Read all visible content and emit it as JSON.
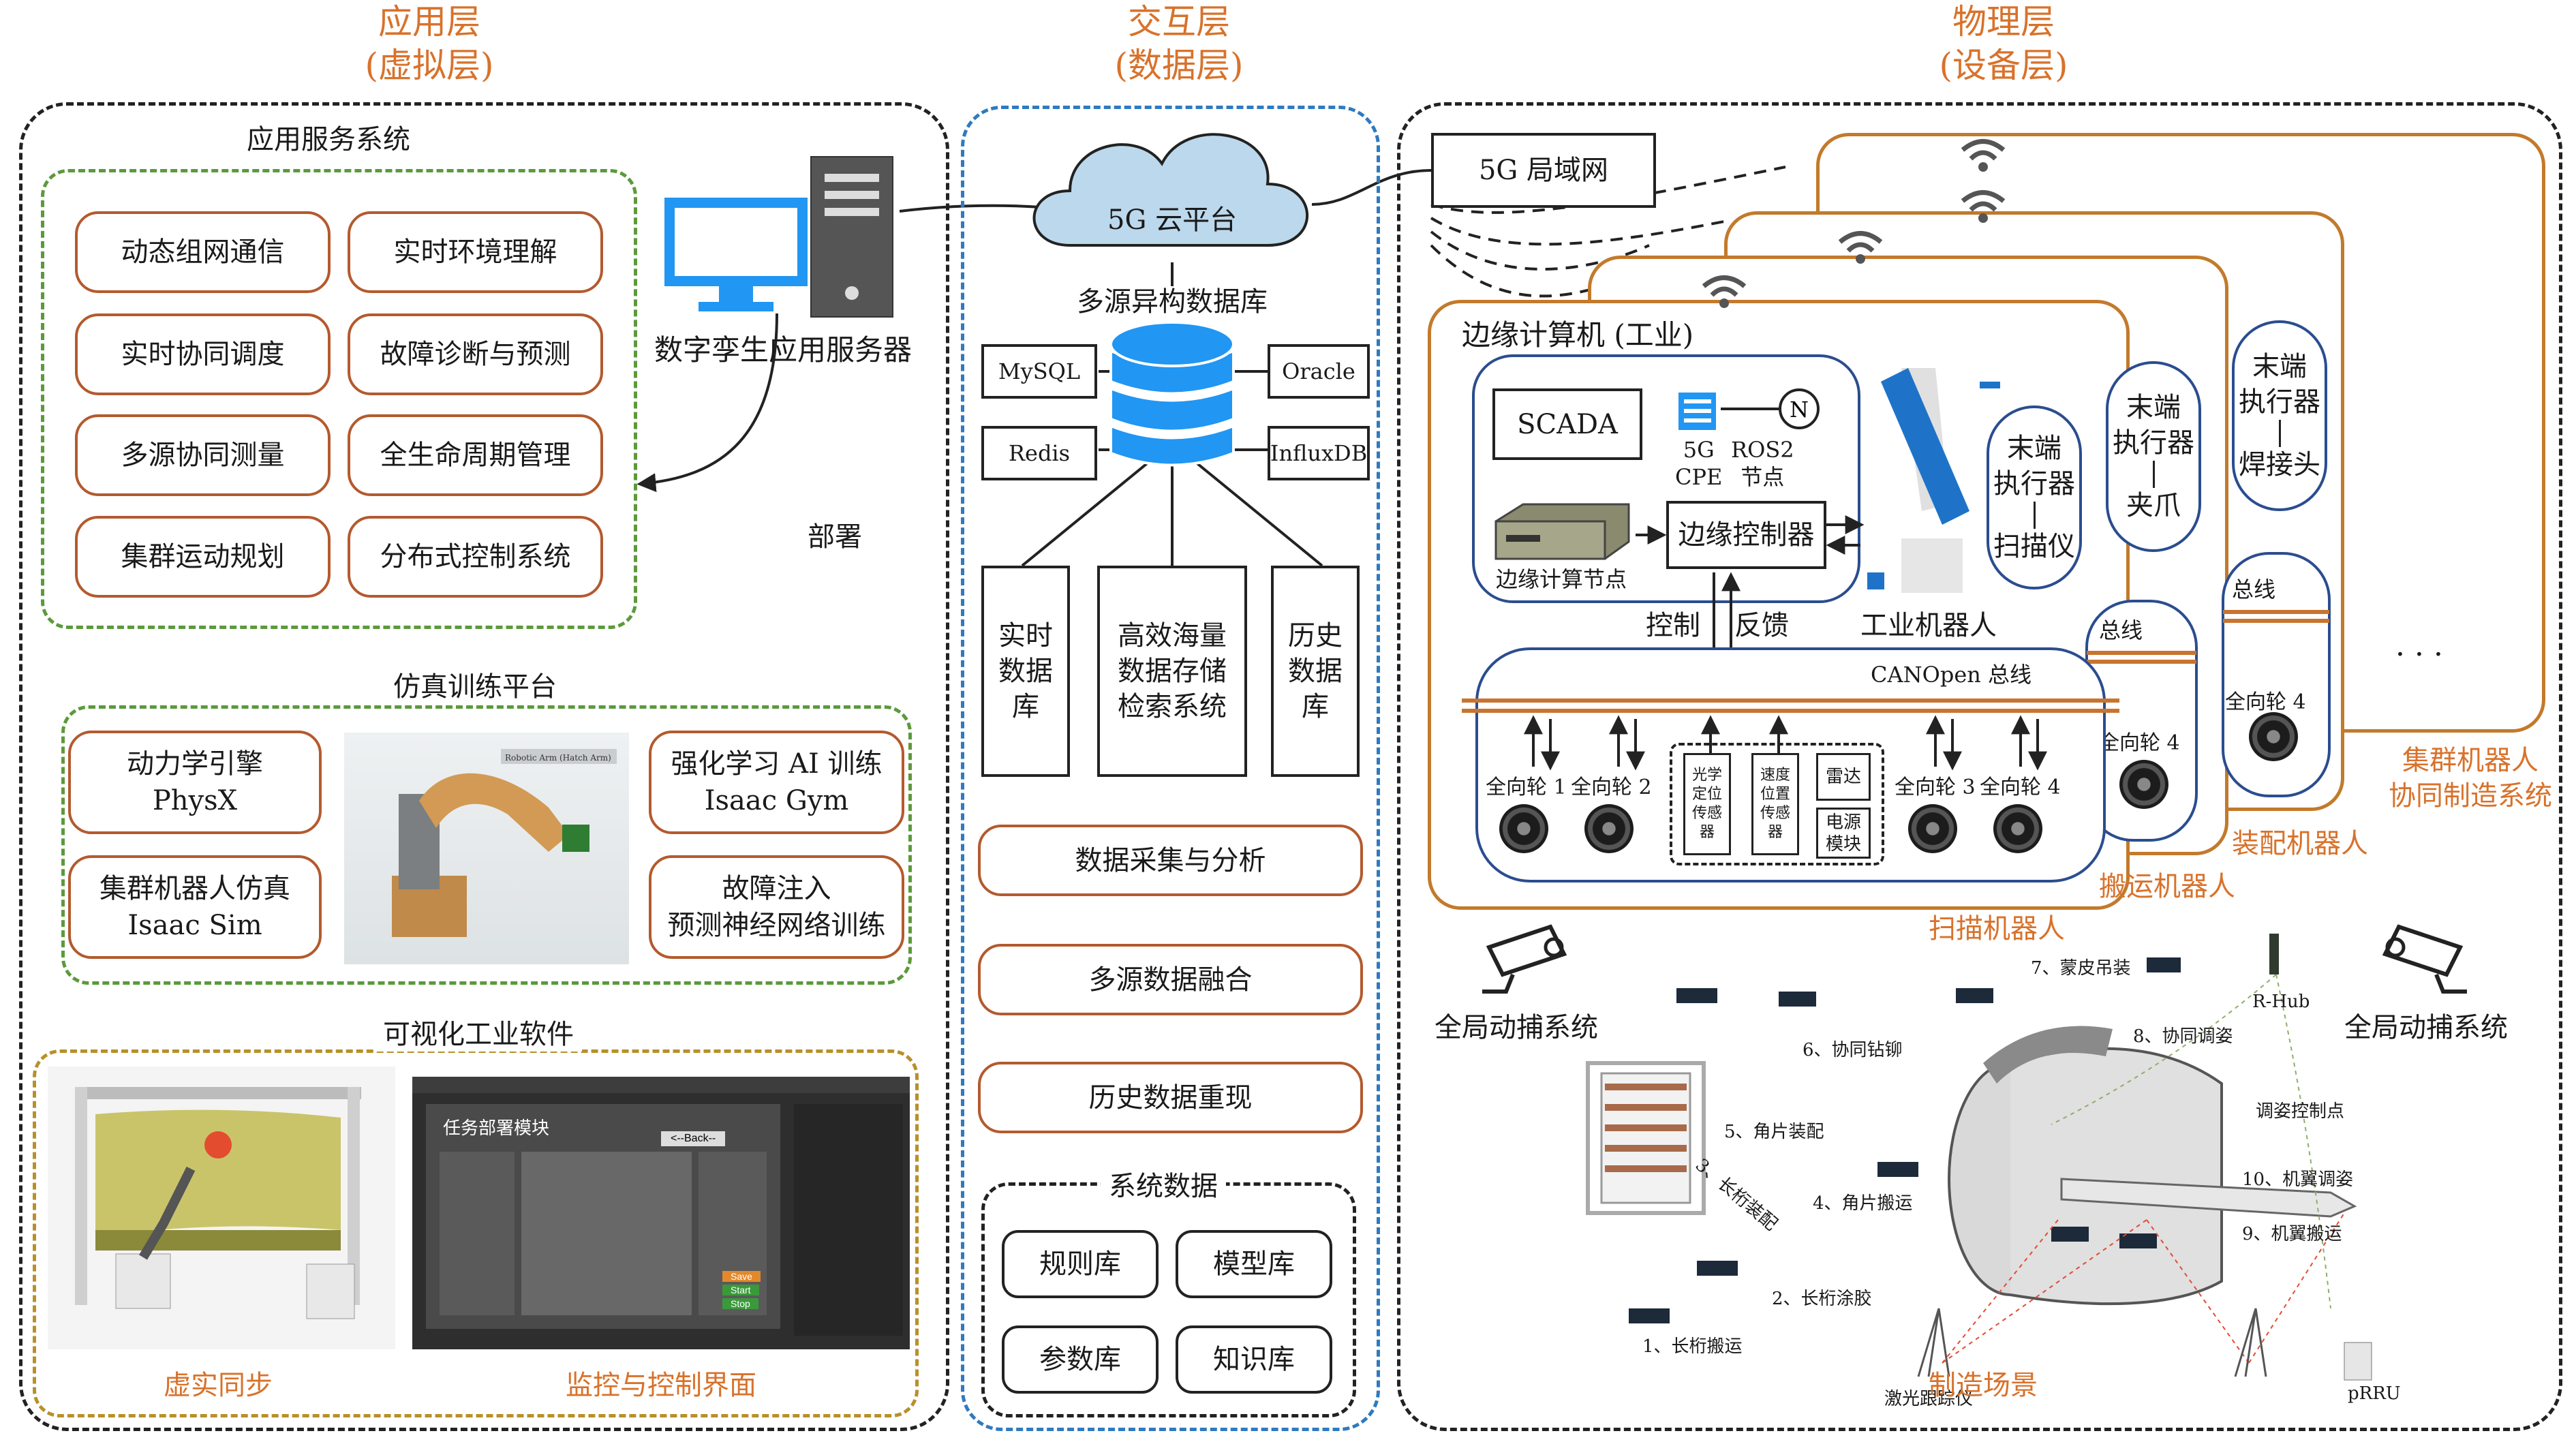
{
  "layers": {
    "app": {
      "title": "应用层",
      "subtitle": "(虚拟层)"
    },
    "interaction": {
      "title": "交互层",
      "subtitle": "(数据层)"
    },
    "physical": {
      "title": "物理层",
      "subtitle": "(设备层)"
    }
  },
  "app_service": {
    "label": "应用服务系统",
    "items": [
      "动态组网通信",
      "实时环境理解",
      "实时协同调度",
      "故障诊断与预测",
      "多源协同测量",
      "全生命周期管理",
      "集群运动规划",
      "分布式控制系统"
    ]
  },
  "server": {
    "label": "数字孪生应用服务器",
    "deploy": "部署"
  },
  "sim_platform": {
    "label": "仿真训练平台",
    "items": [
      {
        "line1": "动力学引擎",
        "line2": "PhysX"
      },
      {
        "line1": "集群机器人仿真",
        "line2": "Isaac Sim"
      },
      {
        "line1": "强化学习 AI 训练",
        "line2": "Isaac Gym"
      },
      {
        "line1": "故障注入",
        "line2": "预测神经网络训练"
      }
    ],
    "image_caption": "Robotic Arm (Hatch Arm)"
  },
  "visual_software": {
    "label": "可视化工业软件",
    "caption_left": "虚实同步",
    "caption_right": "监控与控制界面",
    "ui_title": "任务部署模块",
    "ui_back": "<--Back--",
    "ui_buttons": [
      "Save",
      "Start",
      "Stop"
    ]
  },
  "interaction": {
    "cloud": "5G 云平台",
    "db_title": "多源异构数据库",
    "db_left": [
      "MySQL",
      "Redis"
    ],
    "db_right": [
      "Oracle",
      "InfluxDB"
    ],
    "stores": [
      {
        "lines": [
          "实时",
          "数据",
          "库"
        ]
      },
      {
        "lines": [
          "高效海量",
          "数据存储",
          "检索系统"
        ]
      },
      {
        "lines": [
          "历史",
          "数据",
          "库"
        ]
      }
    ],
    "pills": [
      "数据采集与分析",
      "多源数据融合",
      "历史数据重现"
    ],
    "system_data": {
      "label": "系统数据",
      "items": [
        "规则库",
        "模型库",
        "参数库",
        "知识库"
      ]
    }
  },
  "physical": {
    "lan": "5G 局域网",
    "edge_title": "边缘计算机 (工业)",
    "scada": "SCADA",
    "cpe": "5G\nCPE",
    "cpe_l1": "5G",
    "cpe_l2": "CPE",
    "ros2_l1": "ROS2",
    "ros2_l2": "节点",
    "ros2_symbol": "N",
    "edge_node": "边缘计算节点",
    "edge_ctrl": "边缘控制器",
    "control": "控制",
    "feedback": "反馈",
    "industrial_robot": "工业机器人",
    "canopen": "CANOpen 总线",
    "bus": "总线",
    "end_effectors": [
      {
        "l1": "末端",
        "l2": "执行器",
        "tool": "扫描仪"
      },
      {
        "l1": "末端",
        "l2": "执行器",
        "tool": "夹爪"
      },
      {
        "l1": "末端",
        "l2": "执行器",
        "tool": "焊接头"
      }
    ],
    "wheels": [
      "全向轮 1",
      "全向轮 2",
      "全向轮 3",
      "全向轮 4",
      "全向轮 4",
      "全向轮 4"
    ],
    "sensor_optical": [
      "光学",
      "定位",
      "传感",
      "器"
    ],
    "sensor_speed": [
      "速度",
      "位置",
      "传感",
      "器"
    ],
    "radar": "雷达",
    "power": [
      "电源",
      "模块"
    ],
    "robots": [
      "扫描机器人",
      "搬运机器人",
      "装配机器人"
    ],
    "cluster": [
      "集群机器人",
      "协同制造系统"
    ],
    "ellipsis": "· · ·",
    "mocap": "全局动捕系统",
    "scene": {
      "label": "制造场景",
      "steps": [
        "1、长桁搬运",
        "2、长桁涂胶",
        "3、长桁装配",
        "4、角片搬运",
        "5、角片装配",
        "6、协同钻铆",
        "7、蒙皮吊装",
        "8、协同调姿",
        "9、机翼搬运",
        "10、机翼调姿"
      ],
      "rhub": "R-Hub",
      "prru": "pRRU",
      "control_points": "调姿控制点",
      "laser_tracker": "激光跟踪仪"
    }
  },
  "colors": {
    "accent": "#d8722b",
    "green": "#5b9a3a",
    "gold": "#b8902a",
    "blue": "#2f7ac0",
    "navy": "#2b4d8f",
    "robot_border": "#c27a2c"
  }
}
